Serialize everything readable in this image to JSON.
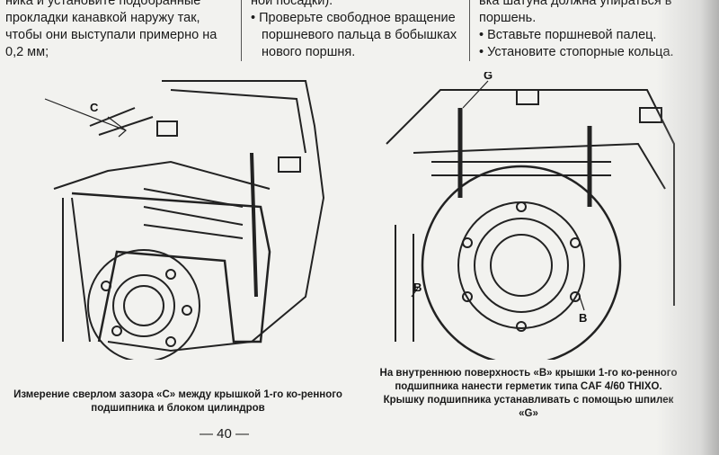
{
  "columns": {
    "col1": [
      "ника и установите подобранные",
      "прокладки канавкой наружу так,",
      "чтобы они выступали примерно на",
      "0,2 мм;"
    ],
    "col2": [
      "ной посадки).",
      "Проверьте свободное вращение",
      "поршневого пальца в бобышках",
      "нового поршня."
    ],
    "col3": [
      "вка шатуна должна упираться в",
      "поршень.",
      "Вставьте поршневой палец.",
      "Установите стопорные кольца."
    ]
  },
  "figure_left": {
    "label_c": "C",
    "caption": "Измерение сверлом зазора «С» между крышкой 1-го ко-ренного подшипника и блоком цилиндров"
  },
  "figure_right": {
    "label_g": "G",
    "label_b1": "B",
    "label_b2": "B",
    "caption": "На внутреннюю поверхность «В» крышки 1-го ко-ренного подшипника нанести герметик типа CAF 4/60 THIXO. Крышку подшипника устанавливать с помощью шпилек «G»"
  },
  "page_number": "— 40 —"
}
